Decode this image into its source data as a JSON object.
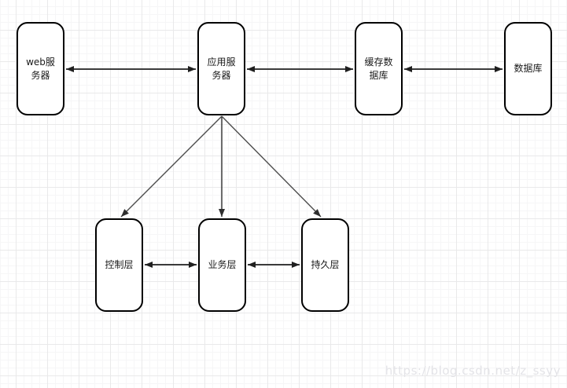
{
  "diagram": {
    "nodes": [
      {
        "id": "web-server",
        "label": "web服务器"
      },
      {
        "id": "app-server",
        "label": "应用服务器"
      },
      {
        "id": "cache-db",
        "label": "缓存数据库"
      },
      {
        "id": "database",
        "label": "数据库"
      },
      {
        "id": "control-layer",
        "label": "控制层"
      },
      {
        "id": "business-layer",
        "label": "业务层"
      },
      {
        "id": "persistence-layer",
        "label": "持久层"
      }
    ],
    "edges": [
      {
        "from": "web-server",
        "to": "app-server",
        "direction": "bidirectional"
      },
      {
        "from": "app-server",
        "to": "cache-db",
        "direction": "bidirectional"
      },
      {
        "from": "cache-db",
        "to": "database",
        "direction": "bidirectional"
      },
      {
        "from": "app-server",
        "to": "control-layer",
        "direction": "one-way"
      },
      {
        "from": "app-server",
        "to": "business-layer",
        "direction": "one-way"
      },
      {
        "from": "app-server",
        "to": "persistence-layer",
        "direction": "one-way"
      },
      {
        "from": "control-layer",
        "to": "business-layer",
        "direction": "bidirectional"
      },
      {
        "from": "business-layer",
        "to": "persistence-layer",
        "direction": "bidirectional"
      }
    ]
  },
  "watermark": {
    "text": "https://blog.csdn.net/z_ssyy"
  },
  "colors": {
    "node_border": "#000000",
    "node_fill": "#ffffff",
    "edge_straight": "#1f1f1f",
    "edge_diagonal": "#4d4d4d",
    "grid_minor": "#f6f6f7",
    "grid_major": "#e9e9ea",
    "watermark": "#e4e4e8"
  }
}
